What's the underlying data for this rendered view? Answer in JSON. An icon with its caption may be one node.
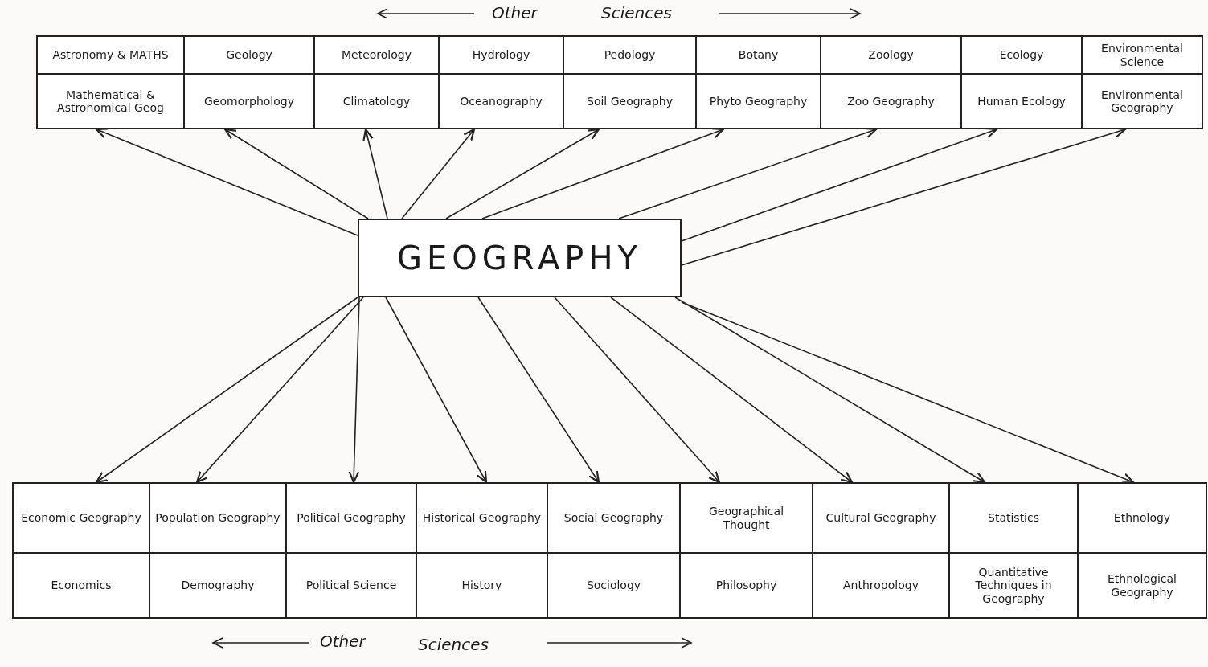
{
  "diagram": {
    "nodes": [
      {
        "text": [
          "GEOGRAPHY"
        ]
      },
      {
        "text": [
          "Astronomy & MATHS",
          "Mathematical & Astronomical Geog"
        ]
      },
      {
        "text": [
          "Geology",
          "Geomorphology"
        ]
      },
      {
        "text": [
          "Meteorology",
          "Climatology"
        ]
      },
      {
        "text": [
          "Hydrology",
          "Oceanography"
        ]
      },
      {
        "text": [
          "Pedology",
          "Soil Geography"
        ]
      },
      {
        "text": [
          "Botany",
          "Phyto Geography"
        ]
      },
      {
        "text": [
          "Zoology",
          "Zoo Geography"
        ]
      },
      {
        "text": [
          "Ecology",
          "Human Ecology"
        ]
      },
      {
        "text": [
          "Environmental Science",
          "Environmental Geography"
        ]
      },
      {
        "text": [
          "Economic Geography",
          "Economics"
        ]
      },
      {
        "text": [
          "Population Geography",
          "Demography"
        ]
      },
      {
        "text": [
          "Political Geography",
          "Political Science"
        ]
      },
      {
        "text": [
          "Historical Geography",
          "History"
        ]
      },
      {
        "text": [
          "Social Geography",
          "Sociology"
        ]
      },
      {
        "text": [
          "Geographical Thought",
          "Philosophy"
        ]
      },
      {
        "text": [
          "Cultural Geography",
          "Anthropology"
        ]
      },
      {
        "text": [
          "Statistics",
          "Quantitative Techniques in Geography"
        ]
      },
      {
        "text": [
          "Ethnology",
          "Ethnological Geography"
        ]
      }
    ],
    "edges": [
      {
        "from": 0,
        "to": 1,
        "arrow": "to"
      },
      {
        "from": 0,
        "to": 2,
        "arrow": "to"
      },
      {
        "from": 0,
        "to": 3,
        "arrow": "to"
      },
      {
        "from": 0,
        "to": 4,
        "arrow": "to"
      },
      {
        "from": 0,
        "to": 5,
        "arrow": "to"
      },
      {
        "from": 0,
        "to": 6,
        "arrow": "to"
      },
      {
        "from": 0,
        "to": 7,
        "arrow": "to"
      },
      {
        "from": 0,
        "to": 8,
        "arrow": "to"
      },
      {
        "from": 0,
        "to": 9,
        "arrow": "to"
      },
      {
        "from": 0,
        "to": 10,
        "arrow": "to"
      },
      {
        "from": 0,
        "to": 11,
        "arrow": "to"
      },
      {
        "from": 0,
        "to": 12,
        "arrow": "to"
      },
      {
        "from": 0,
        "to": 13,
        "arrow": "to"
      },
      {
        "from": 0,
        "to": 14,
        "arrow": "to"
      },
      {
        "from": 0,
        "to": 15,
        "arrow": "to"
      },
      {
        "from": 0,
        "to": 16,
        "arrow": "to"
      },
      {
        "from": 0,
        "to": 17,
        "arrow": "to"
      },
      {
        "from": 0,
        "to": 18,
        "arrow": "to"
      }
    ],
    "labels": [
      "Other",
      "Sciences",
      "Other",
      "Sciences"
    ]
  }
}
